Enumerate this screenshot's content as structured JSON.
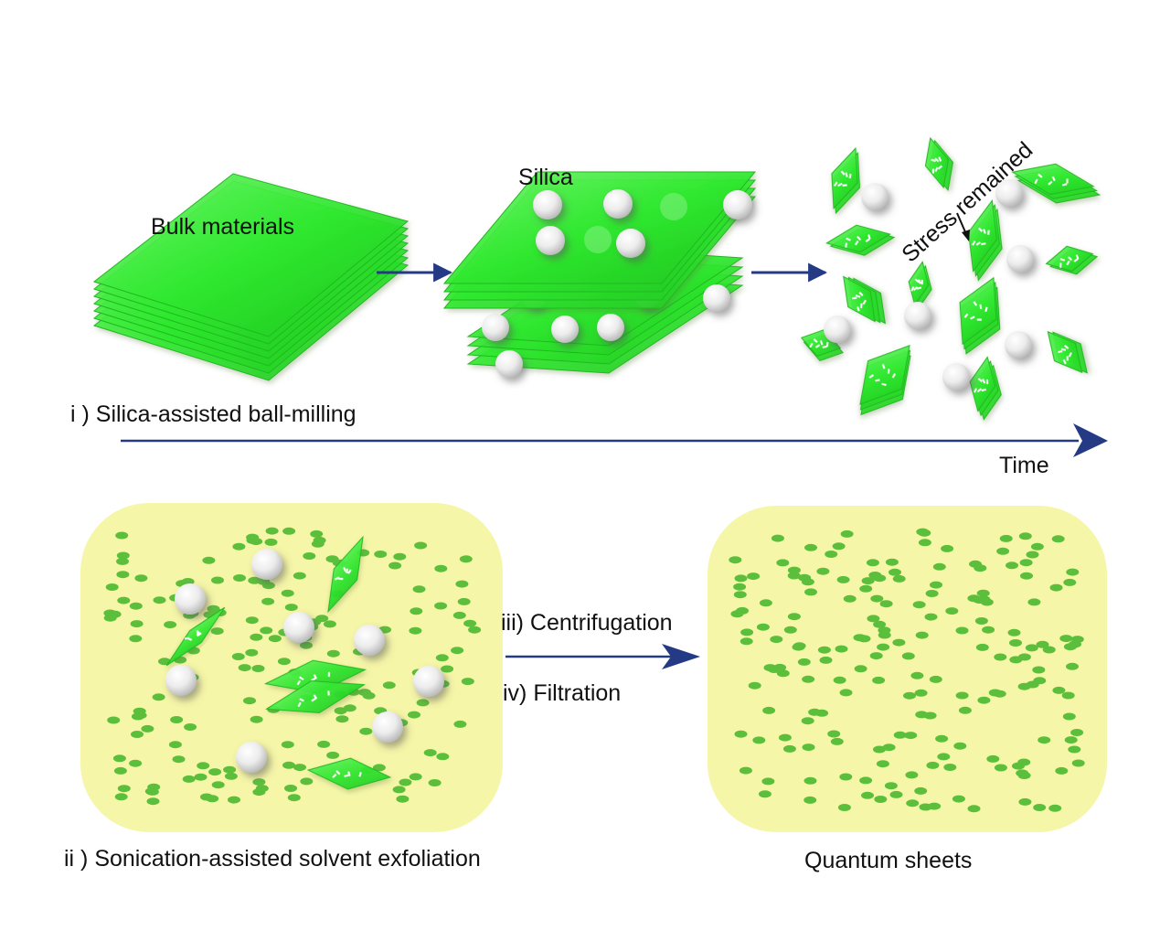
{
  "colors": {
    "sheet_green": "#33ee33",
    "sheet_edge": "#22c422",
    "arrow_blue": "#253a85",
    "panel_yellow": "#f6f6a8",
    "dot_green": "#5cbf3c",
    "sphere": "#f2f2f2"
  },
  "labels": {
    "bulk_materials": "Bulk materials",
    "silica": "Silica",
    "stress_remained": "Stress remained",
    "step_i": "i ) Silica-assisted ball-milling",
    "time": "Time",
    "step_iii": "iii) Centrifugation",
    "step_iv": "iv) Filtration",
    "step_ii": "ii ) Sonication-assisted solvent exfoliation",
    "quantum_sheets": "Quantum sheets"
  },
  "icons": [
    "bulk-stack-icon",
    "silica-sphere-icon",
    "sheet-fragment-icon",
    "quantum-dot-icon",
    "arrow-icon"
  ]
}
